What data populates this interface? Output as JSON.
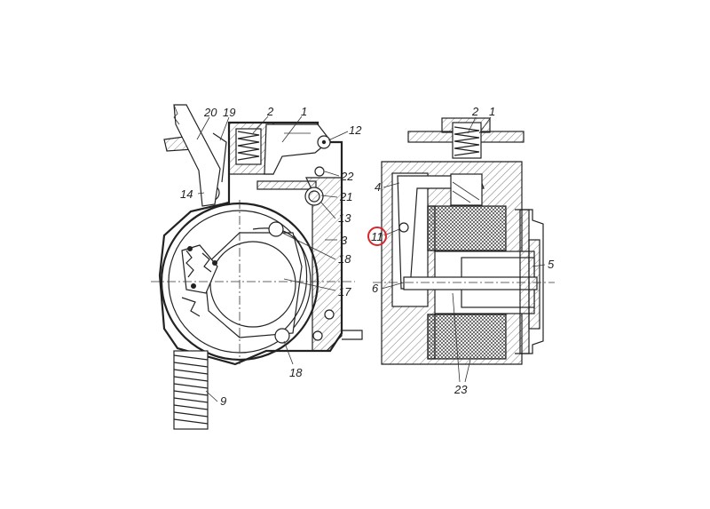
{
  "labels": {
    "l20": "20",
    "l19": "19",
    "l2a": "2",
    "l1a": "1",
    "l12": "12",
    "l22": "22",
    "l21": "21",
    "l14": "14",
    "l13": "13",
    "l3": "3",
    "l18a": "18",
    "l17": "17",
    "l18b": "18",
    "l9": "9",
    "l2b": "2",
    "l1b": "1",
    "l4": "4",
    "l11": "11",
    "l5": "5",
    "l6": "6",
    "l23": "23"
  },
  "colors": {
    "ink": "#222222",
    "highlight": "#d9262c",
    "background": "#ffffff"
  },
  "highlighted_label": "11"
}
